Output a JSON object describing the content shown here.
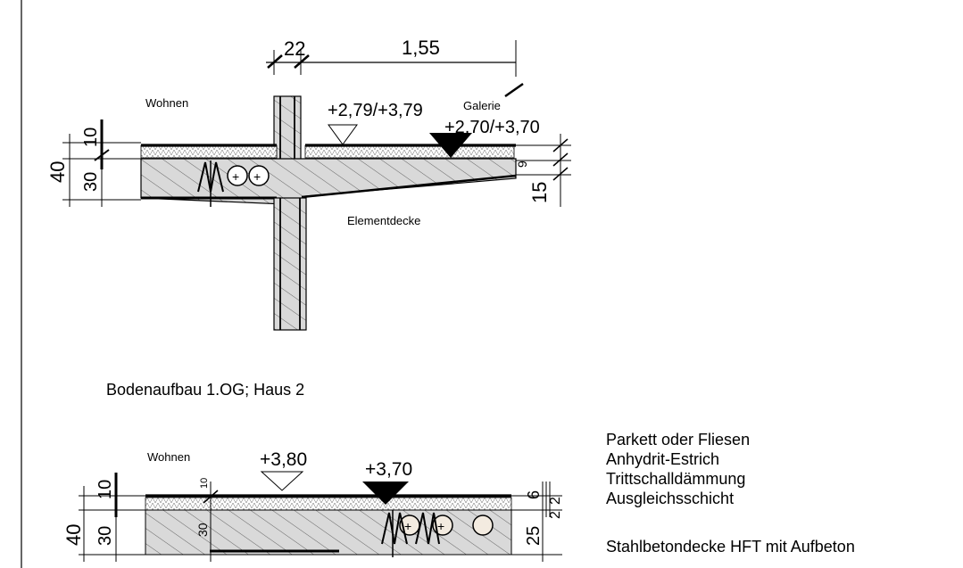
{
  "top_section": {
    "dim_wall": "22",
    "dim_span": "1,55",
    "room_left": "Wohnen",
    "room_right": "Galerie",
    "level_upper": "+2,79/+3,79",
    "level_lower": "+2,70/+3,70",
    "slab_label": "Elementdecke",
    "dim_total": "40",
    "dim_top_layer": "10",
    "dim_slab": "30",
    "dim_right_small": "9",
    "dim_right_slab": "15"
  },
  "section_caption": "Bodenaufbau 1.OG; Haus 2",
  "bottom_section": {
    "room_left": "Wohnen",
    "level_upper": "+3,80",
    "level_lower": "+3,70",
    "dim_total": "40",
    "dim_top_layer": "10",
    "dim_slab": "30",
    "dim_inner_top": "10",
    "dim_inner_slab": "30",
    "dim_r1": "6",
    "dim_r2": "2",
    "dim_r3": "2",
    "dim_r4": "25"
  },
  "legend": {
    "items": [
      "Parkett oder Fliesen",
      "Anhydrit-Estrich",
      "Trittschalldämmung",
      "Ausgleichsschicht",
      "Stahlbetondecke HFT mit Aufbeton"
    ]
  },
  "colors": {
    "concrete": "#d9d9d9",
    "line": "#000000",
    "pipe_fill": "#f3ebe0"
  }
}
